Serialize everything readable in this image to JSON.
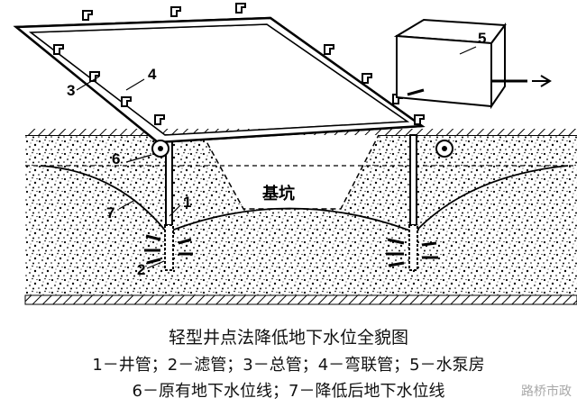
{
  "diagram": {
    "labels": {
      "pit": "基坑",
      "n1": "1",
      "n2": "2",
      "n3": "3",
      "n4": "4",
      "n5": "5",
      "n6": "6",
      "n7": "7"
    },
    "caption": {
      "title": "轻型井点法降低地下水位全貌图",
      "line1": "1－井管；2－滤管；3－总管；4－弯联管；5－水泵房",
      "line2": "6－原有地下水位线；7－降低后地下水位线"
    },
    "watermark": "路桥市政"
  }
}
